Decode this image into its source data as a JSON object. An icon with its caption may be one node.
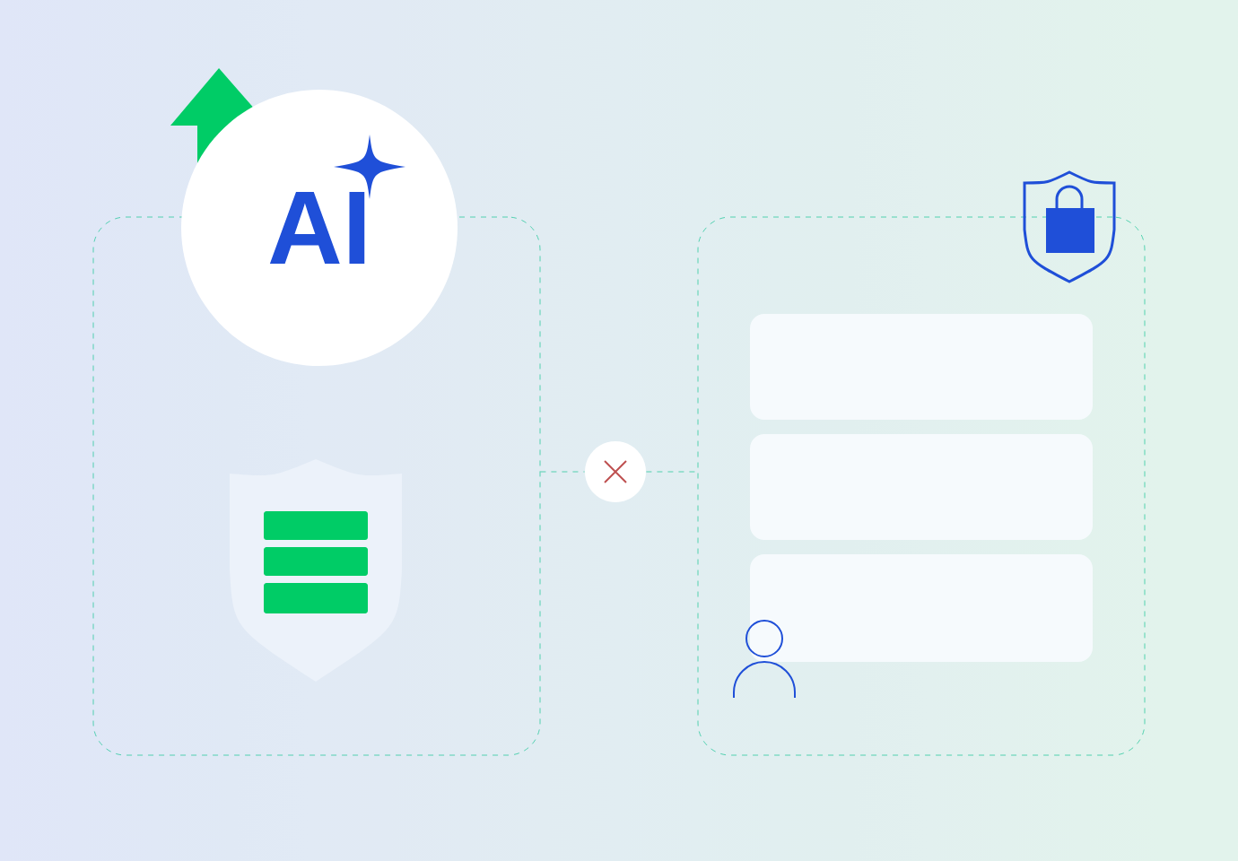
{
  "diagram": {
    "nodes": [
      {
        "text": [],
        "shape": "box"
      },
      {
        "text": [
          "AI"
        ]
      },
      {
        "text": [],
        "shape": "circle"
      },
      {
        "text": [],
        "shape": "box"
      },
      {
        "text": [],
        "shape": "box",
        "in": 3
      },
      {
        "text": [],
        "shape": "box",
        "in": 3
      },
      {
        "text": [],
        "shape": "box",
        "in": 3
      }
    ],
    "edges": [
      {
        "from": 0,
        "to": 2,
        "arrow": "none",
        "style": "dashed"
      },
      {
        "from": 2,
        "to": 3,
        "arrow": "none",
        "style": "dashed"
      }
    ]
  }
}
